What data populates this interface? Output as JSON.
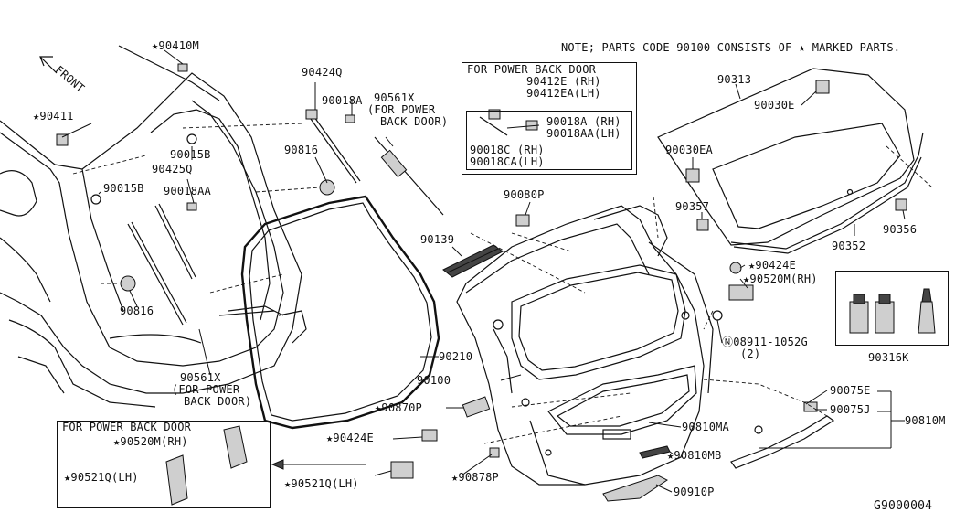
{
  "note": "NOTE; PARTS CODE 90100 CONSISTS OF ★ MARKED PARTS.",
  "front_label": "FRONT",
  "diagram_code": "G9000004",
  "labels": {
    "p90410M": "★90410M",
    "p90411": "★90411",
    "p90015B_a": "90015B",
    "p90015B_b": "90015B",
    "p90425Q": "90425Q",
    "p90018AA": "90018AA",
    "p90816_a": "90816",
    "p90816_b": "90816",
    "p90424Q": "90424Q",
    "p90018A": "90018A",
    "p90561X_top": "90561X",
    "for_power_back_door_top_1": "(FOR POWER",
    "for_power_back_door_top_2": "BACK DOOR)",
    "p90561X_bot": "90561X",
    "for_power_back_door_bot_1": "(FOR POWER",
    "for_power_back_door_bot_2": "BACK DOOR)",
    "p90210": "90210",
    "p90100": "90100",
    "p90870P": "★90870P",
    "p90424E_bot": "★90424E",
    "p90878P": "★90878P",
    "p90521Q_main": "★90521Q(LH)",
    "p90139": "90139",
    "p90080P": "90080P",
    "p90424E_top": "★90424E",
    "p90520M_main": "★90520M(RH)",
    "p08911": "Ⓝ08911-1052G",
    "p08911_qty": "(2)",
    "p90810MA": "90810MA",
    "p90810MB": "★90810MB",
    "p90910P": "90910P",
    "p90313": "90313",
    "p90030E": "90030E",
    "p90030EA": "90030EA",
    "p90357": "90357",
    "p90352": "90352",
    "p90356": "90356",
    "p90316K": "90316K",
    "p90075E": "90075E",
    "p90075J": "90075J",
    "p90810M": "90810M"
  },
  "inset_power_back_door": {
    "title": "FOR POWER BACK DOOR",
    "line1": "90412E  (RH)",
    "line2": "90412EA(LH)",
    "inner1": "90018A  (RH)",
    "inner2": "90018AA(LH)",
    "inner3": "90018C  (RH)",
    "inner4": "90018CA(LH)"
  },
  "inset_bottom_left": {
    "title": "FOR POWER BACK DOOR",
    "rh": "★90520M(RH)",
    "lh": "★90521Q(LH)"
  }
}
